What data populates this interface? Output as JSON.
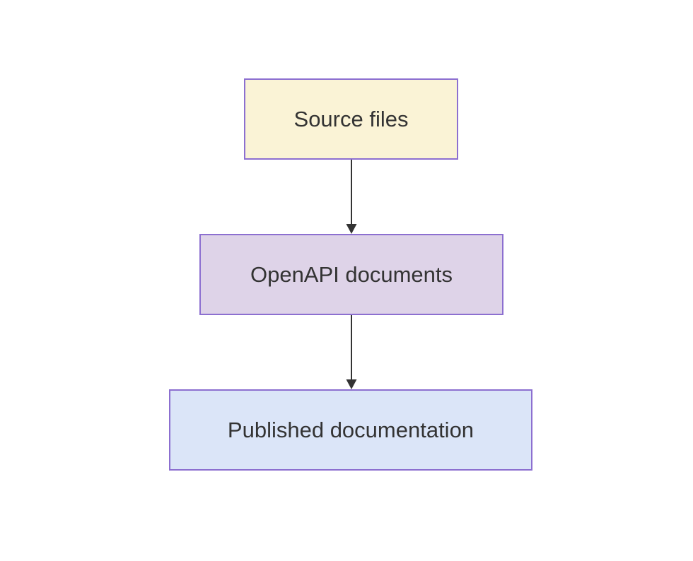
{
  "diagram": {
    "type": "flowchart",
    "direction": "top-down",
    "background_color": "#ffffff",
    "text_color": "#333333",
    "border_color": "#8c6fd0",
    "arrow_color": "#333333",
    "nodes": [
      {
        "id": "source-files",
        "label": "Source files",
        "fill": "#faf3d6"
      },
      {
        "id": "openapi-documents",
        "label": "OpenAPI documents",
        "fill": "#ded3e8"
      },
      {
        "id": "published-documentation",
        "label": "Published documentation",
        "fill": "#dbe5f8"
      }
    ],
    "edges": [
      {
        "from": "source-files",
        "to": "openapi-documents",
        "label": ""
      },
      {
        "from": "openapi-documents",
        "to": "published-documentation",
        "label": ""
      }
    ]
  }
}
